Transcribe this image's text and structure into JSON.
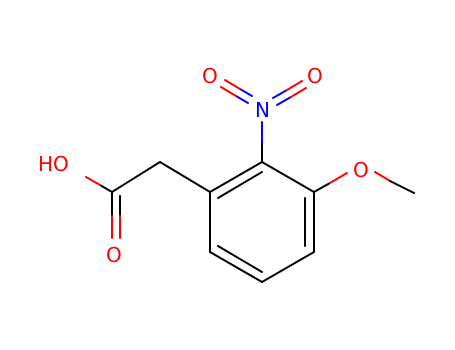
{
  "molecule": {
    "atoms": {
      "hydroxyl": {
        "text": "HO",
        "color": "#ff0000"
      },
      "carbonyl_o": {
        "text": "O",
        "color": "#ff0000"
      },
      "nitro_n": {
        "text": "N",
        "color": "#0000ff"
      },
      "nitro_o_left": {
        "text": "O",
        "color": "#ff0000"
      },
      "nitro_o_right": {
        "text": "O",
        "color": "#ff0000"
      },
      "methoxy_o": {
        "text": "O",
        "color": "#ff0000"
      }
    },
    "colors": {
      "bond": "#000000",
      "oxygen": "#ff0000",
      "nitrogen": "#0000ff",
      "background": "#ffffff"
    }
  }
}
